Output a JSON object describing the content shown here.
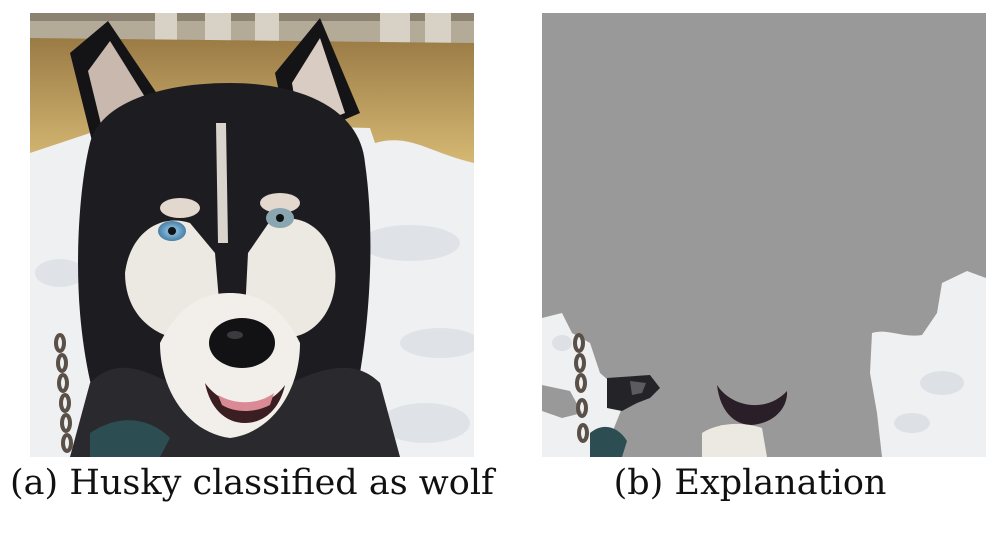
{
  "figure": {
    "panels": [
      {
        "id": "a",
        "caption": "(a) Husky classified as wolf"
      },
      {
        "id": "b",
        "caption": "(b) Explanation"
      }
    ],
    "colors": {
      "mask_gray": "#999999",
      "snow": "#f1f2f3",
      "straw": "#c9a257",
      "fur_dark": "#1e1e22",
      "fur_light": "#ece8e2",
      "eye_blue": "#7fb6d8"
    }
  }
}
